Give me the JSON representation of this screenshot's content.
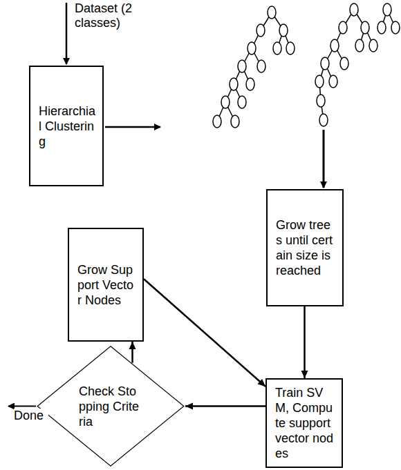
{
  "diagram": {
    "nodes": [
      {
        "text": [
          "Hierarchial Clustering"
        ]
      },
      {
        "text": [
          "Grow trees until certain size is reached"
        ]
      },
      {
        "text": [
          "Grow Support Vector Nodes"
        ]
      },
      {
        "text": [
          "Train SVM, Compute support vector nodes"
        ]
      },
      {
        "text": [
          "Check Stopping Criteria"
        ]
      }
    ],
    "edges": [
      {
        "from": 1,
        "to": 3,
        "arrow": "to"
      },
      {
        "from": 3,
        "to": 4,
        "arrow": "to"
      },
      {
        "from": 4,
        "to": 2,
        "arrow": "to"
      },
      {
        "from": 2,
        "to": 3,
        "arrow": "to"
      }
    ],
    "labels": [
      "Dataset (2 classes)",
      "Done"
    ]
  }
}
